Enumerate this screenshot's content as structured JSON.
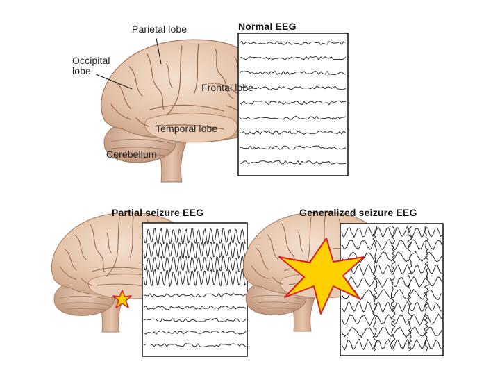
{
  "colors": {
    "brain_fill": "#e6c6ad",
    "brain_light": "#f2dccb",
    "brain_shadow": "#c49a7f",
    "brain_outline": "#a27b62",
    "sulcus": "#9a6f55",
    "eeg_line": "#2b2b2b",
    "frame": "#111111",
    "seizure_fill": "#ffd000",
    "seizure_edge": "#d61f1f"
  },
  "labels": {
    "parietal": "Parietal lobe",
    "occipital_1": "Occipital",
    "occipital_2": "lobe",
    "frontal": "Frontal lobe",
    "temporal": "Temporal lobe",
    "cerebellum": "Cerebellum"
  },
  "titles": {
    "normal": "Normal EEG",
    "partial": "Partial seizure EEG",
    "generalized": "Generalized seizure EEG"
  },
  "icons": {
    "focal_seizure": "star-burst-icon",
    "generalized_seizure": "star-burst-icon"
  }
}
